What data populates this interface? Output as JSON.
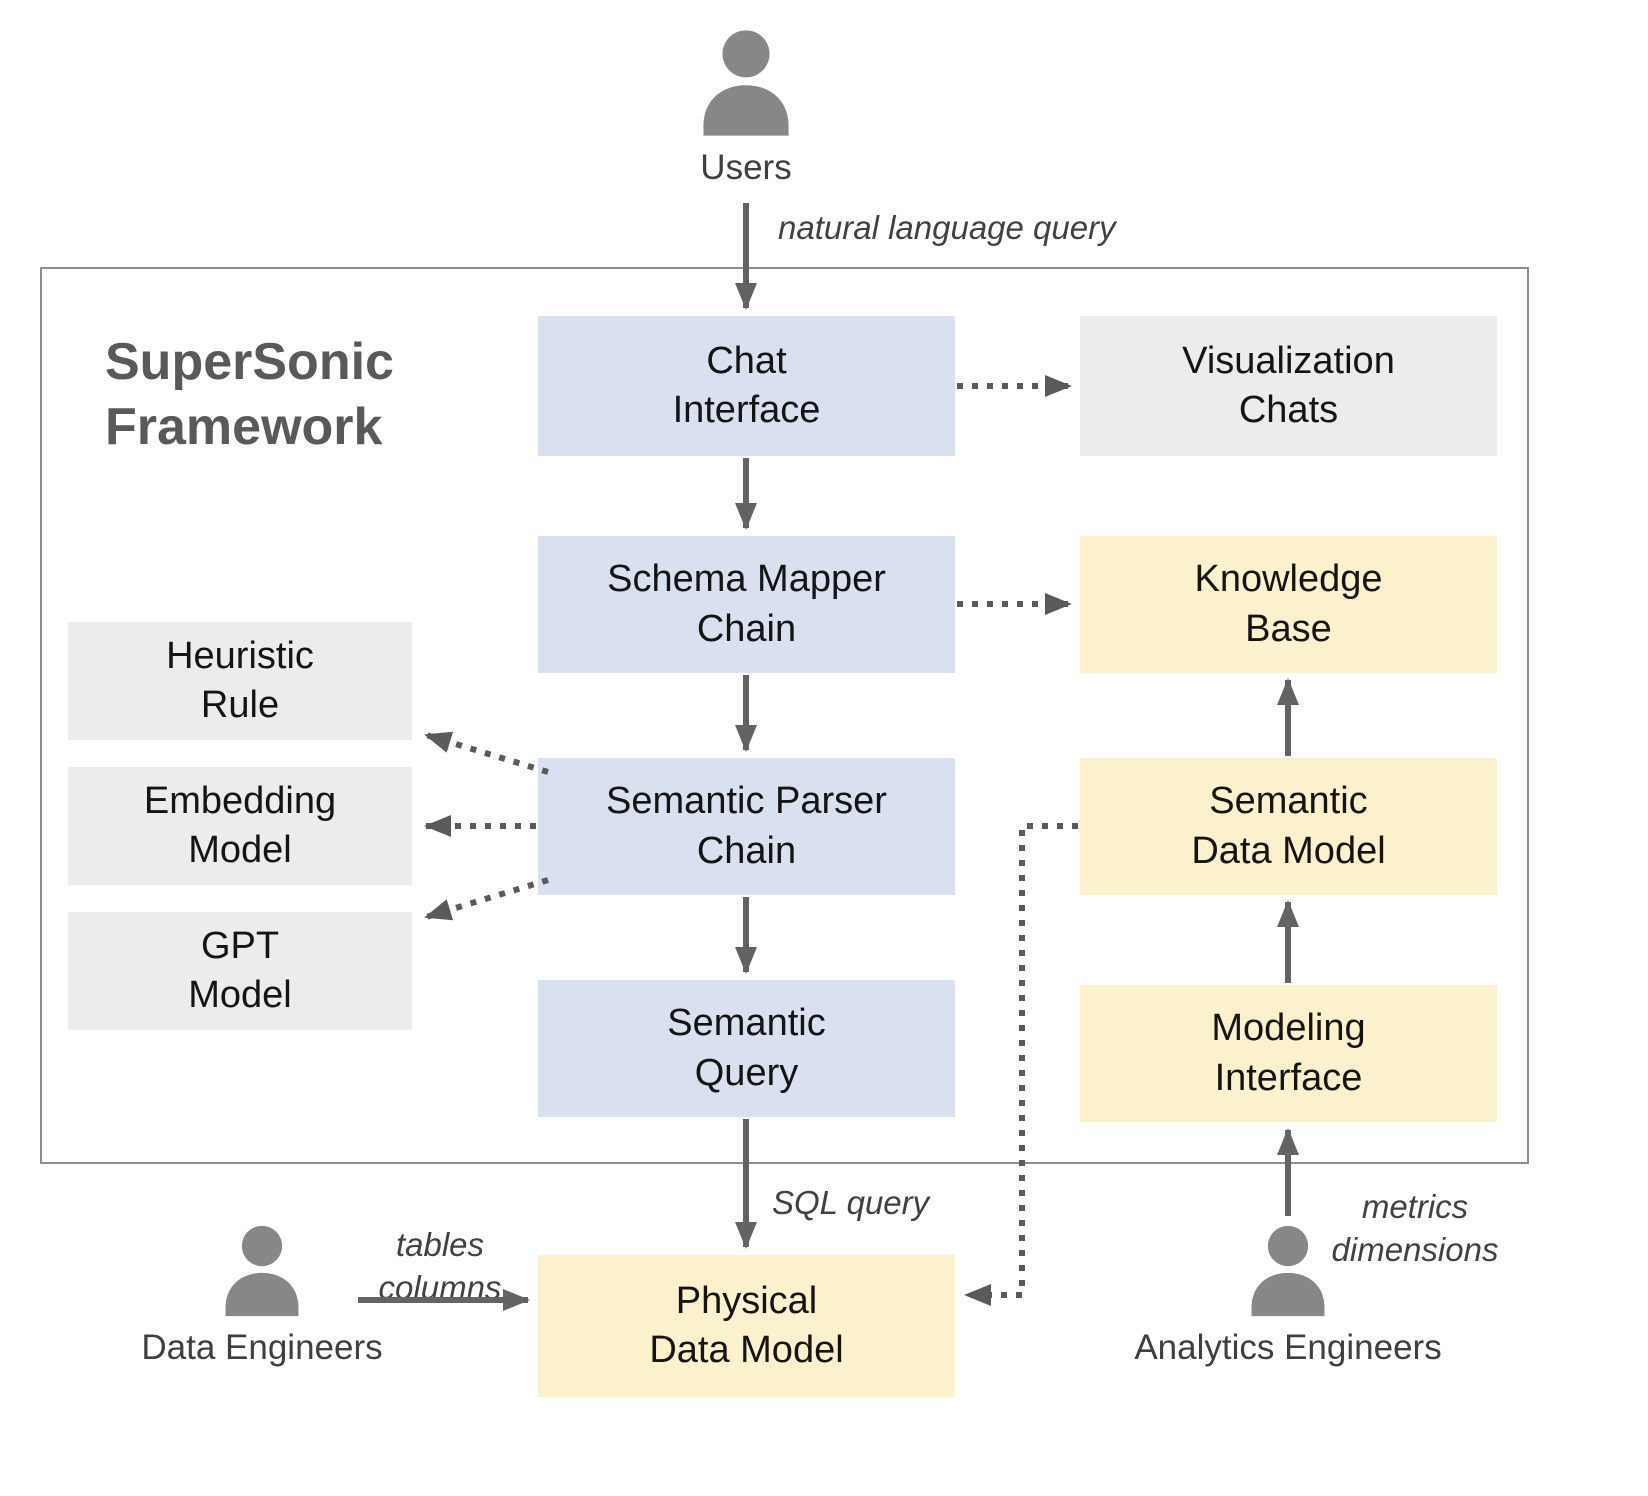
{
  "title": "SuperSonic\nFramework",
  "actors": {
    "users": "Users",
    "data_engineers": "Data Engineers",
    "analytics_engineers": "Analytics Engineers"
  },
  "nodes": {
    "chat_interface": "Chat\nInterface",
    "visualization_chats": "Visualization\nChats",
    "schema_mapper_chain": "Schema Mapper\nChain",
    "knowledge_base": "Knowledge\nBase",
    "heuristic_rule": "Heuristic\nRule",
    "embedding_model": "Embedding\nModel",
    "gpt_model": "GPT\nModel",
    "semantic_parser_chain": "Semantic Parser\nChain",
    "semantic_data_model": "Semantic\nData Model",
    "semantic_query": "Semantic\nQuery",
    "modeling_interface": "Modeling\nInterface",
    "physical_data_model": "Physical\nData Model"
  },
  "edge_labels": {
    "natural_language_query": "natural language query",
    "sql_query": "SQL query",
    "tables_columns": "tables\ncolumns",
    "metrics_dimensions": "metrics\ndimensions"
  },
  "colors": {
    "process_box": "#d9e1f1",
    "resource_box": "#fbf1cd",
    "model_box": "#ececec",
    "arrow": "#636363",
    "dotted_arrow": "#5a5a5a",
    "title_text": "#595959",
    "person_icon": "#878787",
    "border": "#8f8f8f"
  }
}
